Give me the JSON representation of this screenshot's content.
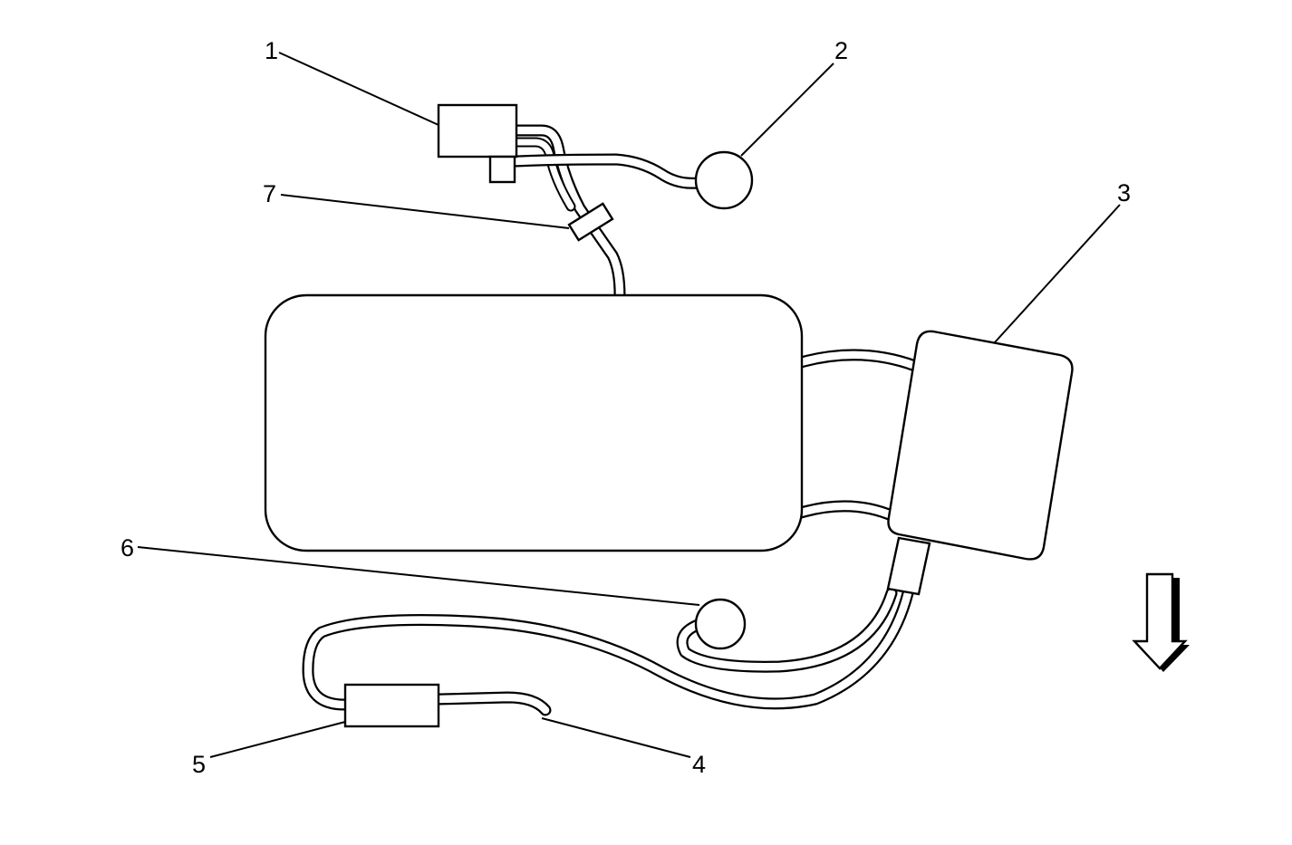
{
  "diagram": {
    "callouts": [
      {
        "id": "1",
        "label": "1"
      },
      {
        "id": "2",
        "label": "2"
      },
      {
        "id": "3",
        "label": "3"
      },
      {
        "id": "4",
        "label": "4"
      },
      {
        "id": "5",
        "label": "5"
      },
      {
        "id": "6",
        "label": "6"
      },
      {
        "id": "7",
        "label": "7"
      }
    ],
    "direction_arrow": "down-arrow-icon"
  }
}
